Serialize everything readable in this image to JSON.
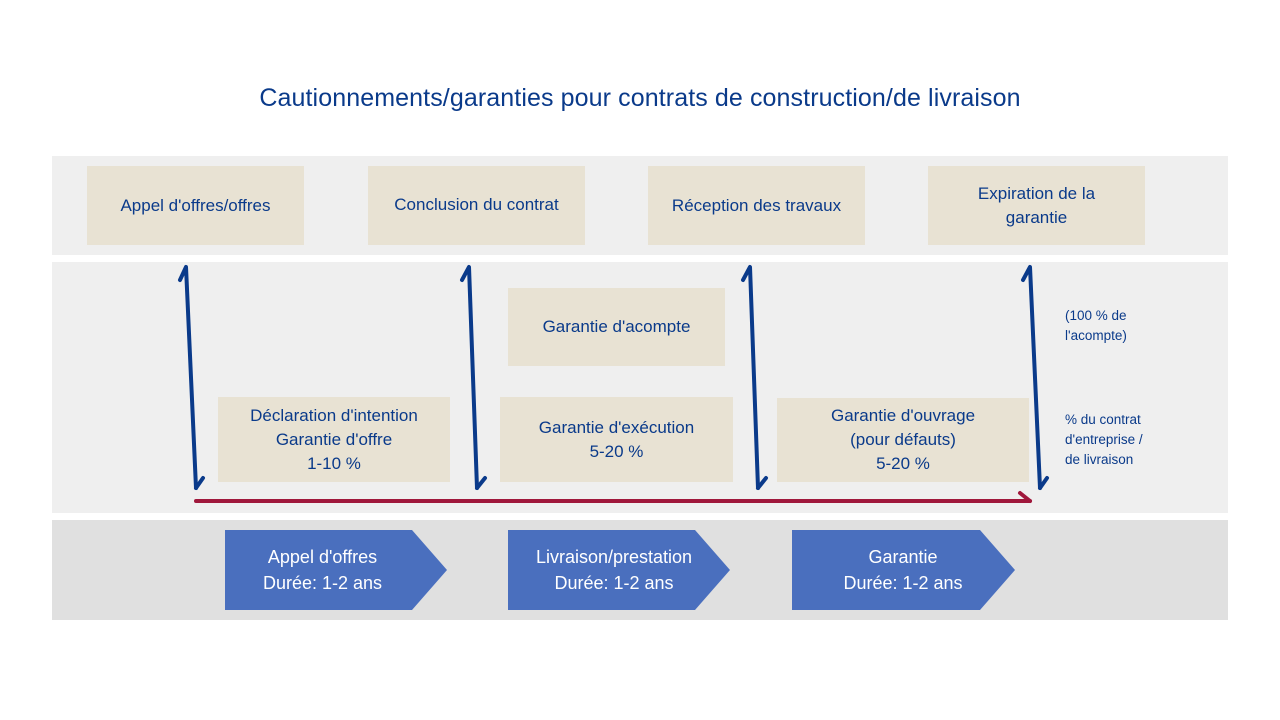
{
  "title": "Cautionnements/garanties pour contrats de construction/de livraison",
  "milestones": [
    {
      "lines": [
        "Appel d'offres/offres"
      ]
    },
    {
      "lines": [
        "Conclusion du contrat"
      ]
    },
    {
      "lines": [
        "Réception des travaux"
      ]
    },
    {
      "lines": [
        "Expiration de la",
        "garantie"
      ]
    }
  ],
  "guarantees": {
    "down_payment": {
      "lines": [
        "Garantie d'acompte"
      ]
    },
    "bid": {
      "lines": [
        "Déclaration d'intention",
        "Garantie d'offre",
        "1-10 %"
      ]
    },
    "performance": {
      "lines": [
        "Garantie d'exécution",
        "5-20 %"
      ]
    },
    "warranty": {
      "lines": [
        "Garantie d'ouvrage",
        "(pour défauts)",
        "5-20 %"
      ]
    }
  },
  "notes": {
    "down_payment": [
      "(100 % de",
      "l'acompte)"
    ],
    "contract": [
      "% du contrat",
      "d'entreprise /",
      "de livraison"
    ]
  },
  "phases": [
    {
      "lines": [
        "Appel d'offres",
        "Durée: 1-2 ans"
      ]
    },
    {
      "lines": [
        "Livraison/prestation",
        "Durée: 1-2 ans"
      ]
    },
    {
      "lines": [
        "Garantie",
        "Durée: 1-2 ans"
      ]
    }
  ],
  "colors": {
    "title": "#0a3a8a",
    "box_fill": "#e8e2d3",
    "band_light": "#efefef",
    "band_dark": "#e0e0e0",
    "arrow_blue": "#0a3a8a",
    "timeline_red": "#a0183c",
    "chevron_fill": "#4a6fbe"
  }
}
